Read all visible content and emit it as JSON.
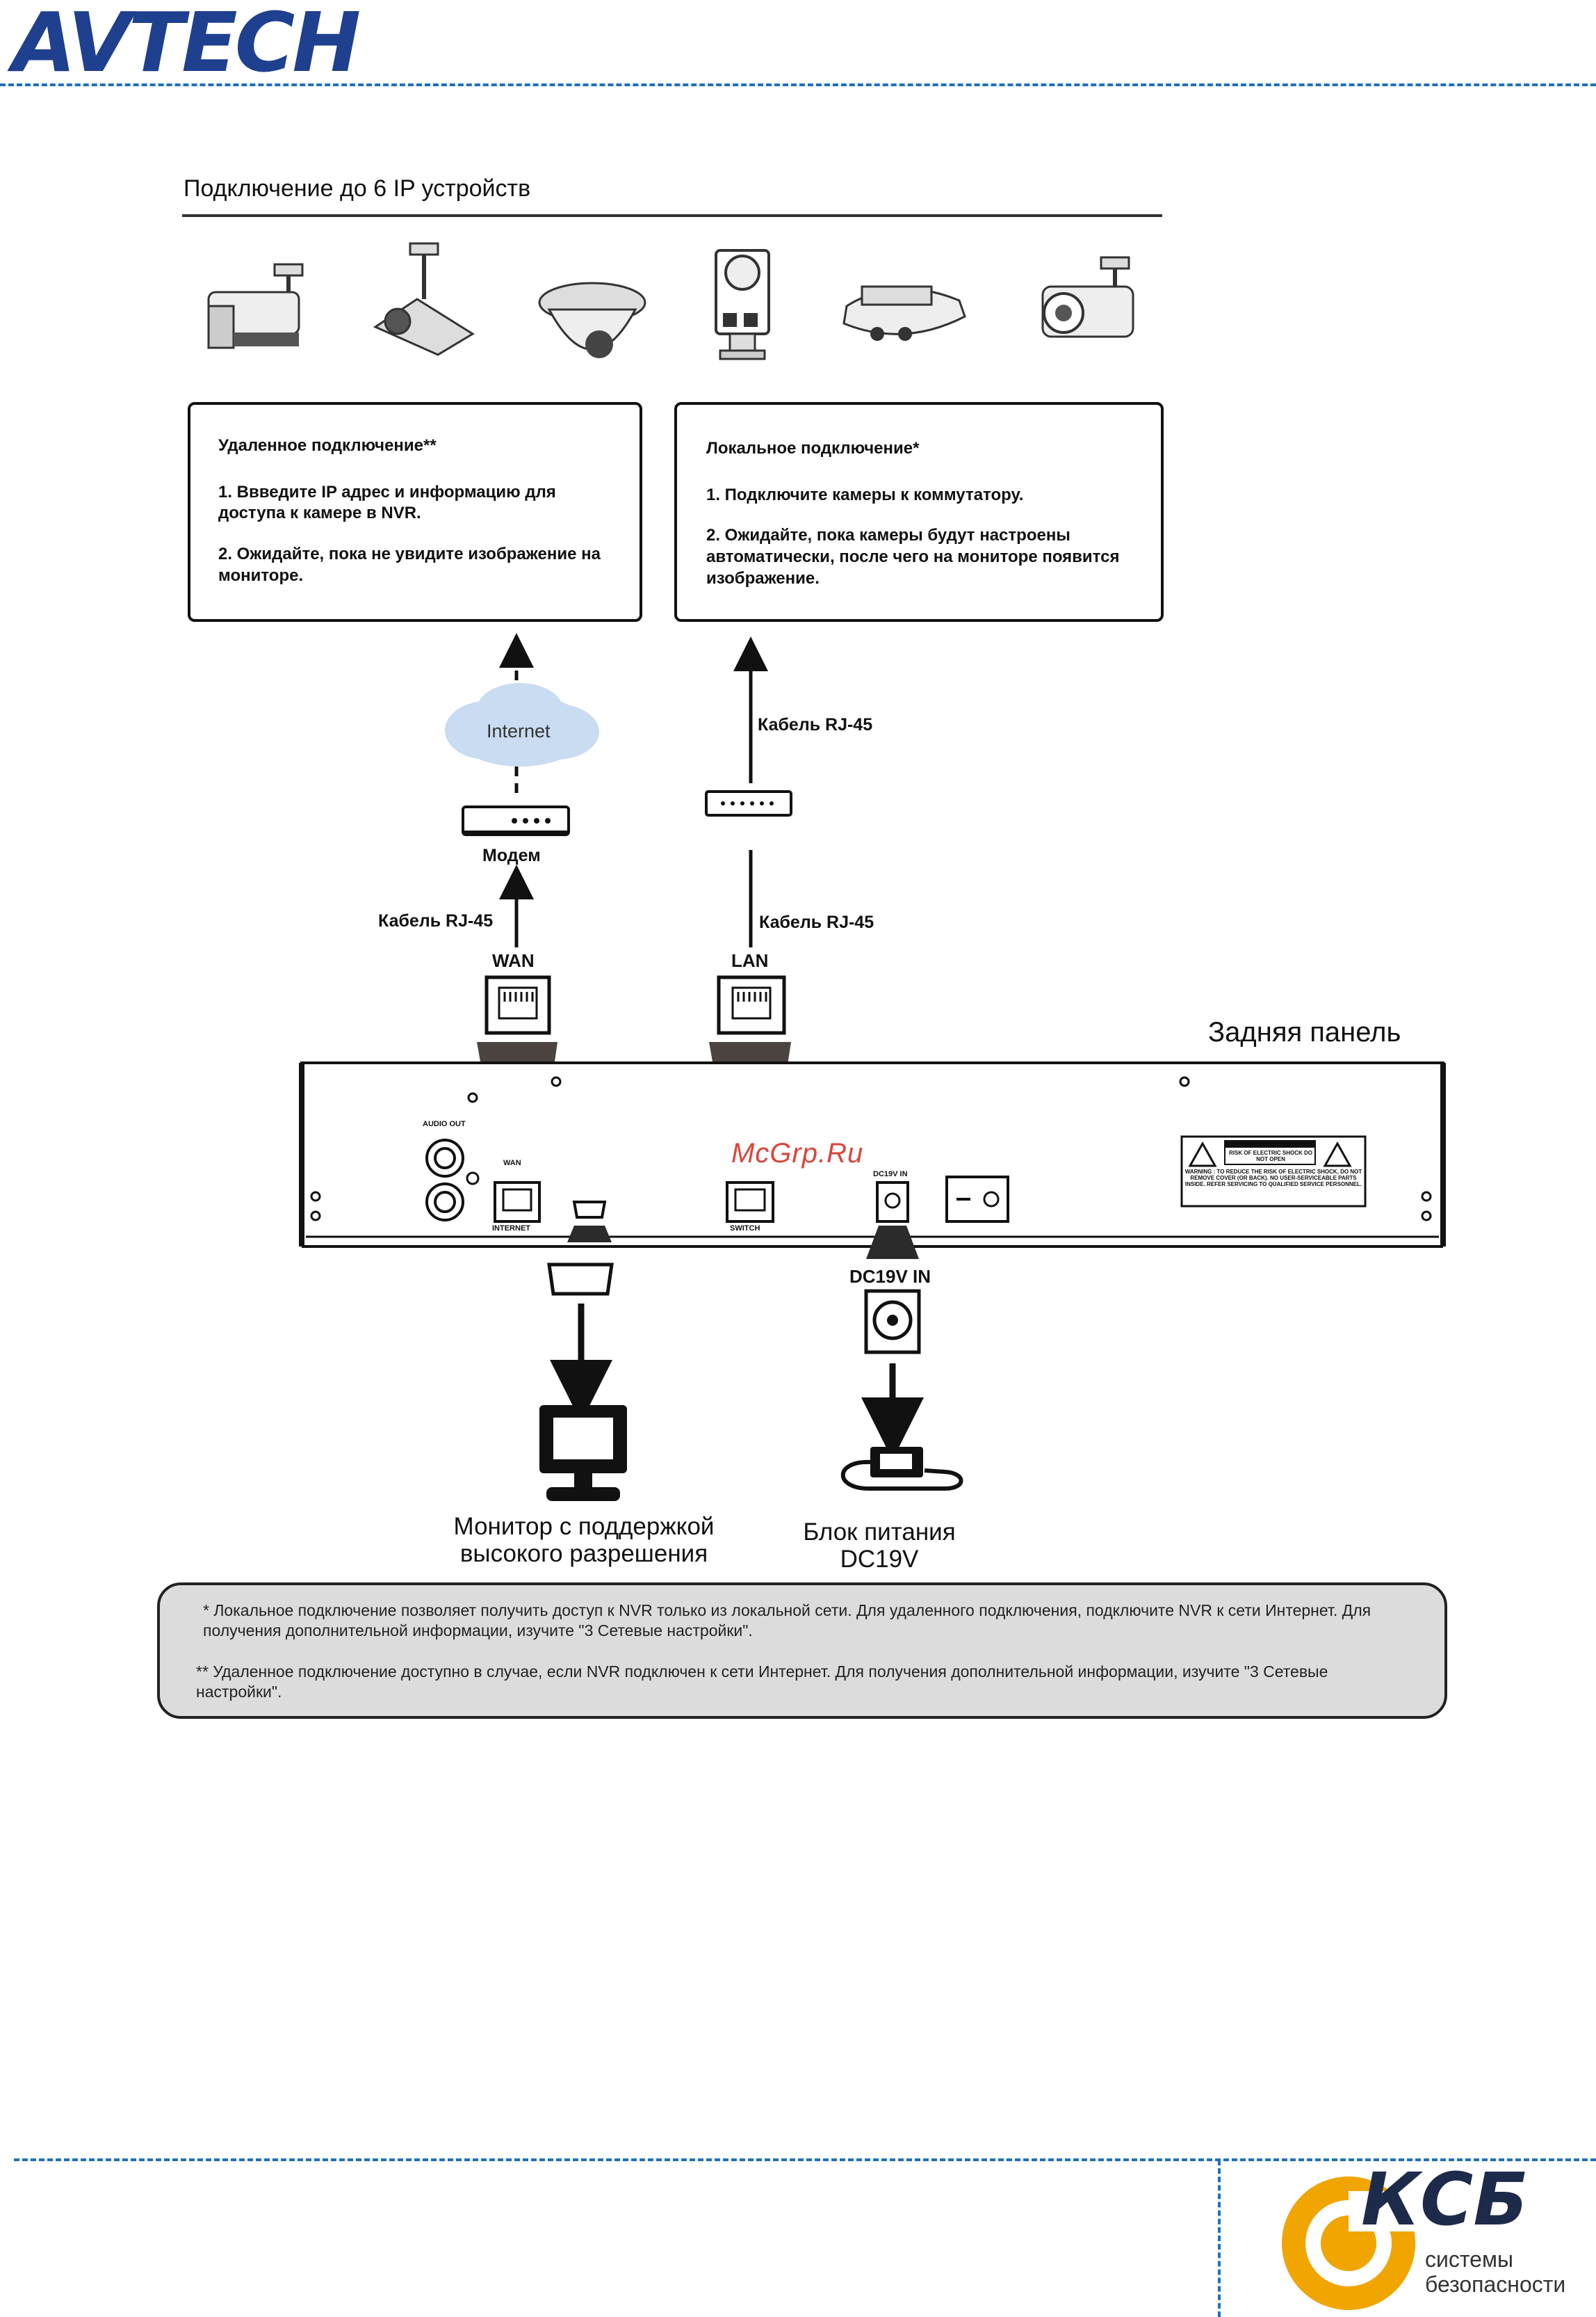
{
  "header": {
    "brand": "AVTECH"
  },
  "title": "Подключение до 6 IP устройств",
  "remote_box": {
    "heading": "Удаленное подключение**",
    "step1": "1. Ввведите IP адрес и информацию для доступа к камере в NVR.",
    "step2": "2. Ожидайте, пока не увидите изображение на мониторе."
  },
  "local_box": {
    "heading": "Локальное подключение*",
    "step1": "1. Подключите камеры к коммутатору.",
    "step2": "2. Ожидайте, пока камеры будут настроены автоматически, после чего на мониторе появится изображение."
  },
  "labels": {
    "internet": "Internet",
    "modem": "Модем",
    "cable_wan": "Кабель RJ-45",
    "cable_switch_top": "Кабель RJ-45",
    "cable_lan": "Кабель RJ-45",
    "wan": "WAN",
    "lan": "LAN",
    "rear_panel": "Задняя панель",
    "audio_out": "AUDIO OUT",
    "wan_small": "WAN",
    "internet_small": "INTERNET",
    "switch_small": "SWITCH",
    "dc_small": "DC19V IN",
    "dc_in": "DC19V IN",
    "warning_title": "RISK OF ELECTRIC SHOCK DO NOT OPEN",
    "warning_text": "WARNING : TO REDUCE THE RISK OF ELECTRIC SHOCK, DO NOT REMOVE COVER (OR BACK). NO USER-SERVICEABLE PARTS INSIDE. REFER SERVICING TO QUALIFIED SERVICE PERSONNEL.",
    "monitor": "Монитор с поддержкой высокого разрешения",
    "psu": "Блок питания DC19V"
  },
  "watermark": "McGrp.Ru",
  "notes": {
    "note1": "* Локальное подключение позволяет получить доступ к NVR только из локальной сети. Для удаленного подключения, подключите NVR к сети Интернет. Для получения дополнительной информации, изучите \"3 Сетевые настройки\".",
    "note2": "** Удаленное подключение доступно в случае, если NVR подключен к сети Интернет. Для получения дополнительной информации, изучите \"3 Сетевые настройки\"."
  },
  "footer": {
    "logo_text": "КСБ",
    "logo_sub1": "системы",
    "logo_sub2": "безопасности"
  },
  "colors": {
    "accent_blue": "#1f3f8f",
    "dash_blue": "#1f6fc0",
    "orange": "#f0a500",
    "note_bg": "#dcdcdc"
  }
}
